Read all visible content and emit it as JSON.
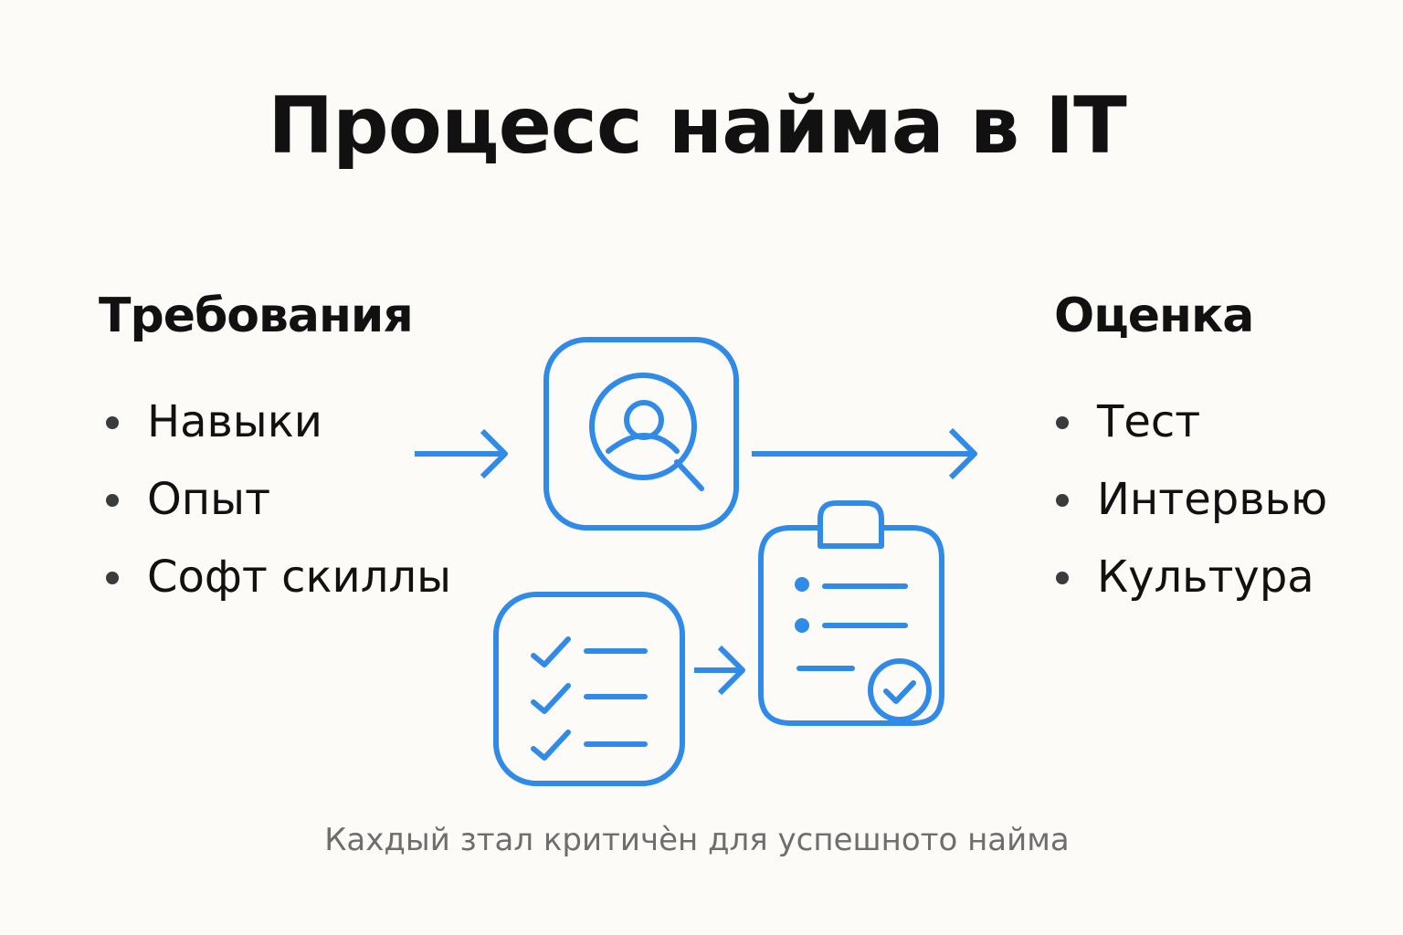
{
  "title": "Процесс найма в IT",
  "requirements": {
    "heading": "Требования",
    "items": [
      "Навыки",
      "Опыт",
      "Софт скиллы"
    ]
  },
  "evaluation": {
    "heading": "Оценка",
    "items": [
      "Тест",
      "Интервью",
      "Культура"
    ]
  },
  "caption": "Кахдый зтал критичѐн для успешното найма",
  "icons": {
    "candidate_search": "user-search-icon",
    "checklist": "checklist-icon",
    "clipboard": "clipboard-check-icon",
    "arrows": "arrow-right-icon"
  },
  "colors": {
    "background": "#fcfbf8",
    "accent": "#2f8ae8",
    "text": "#111111",
    "caption": "#6e6e6e",
    "bullet": "#3a3b3d"
  }
}
